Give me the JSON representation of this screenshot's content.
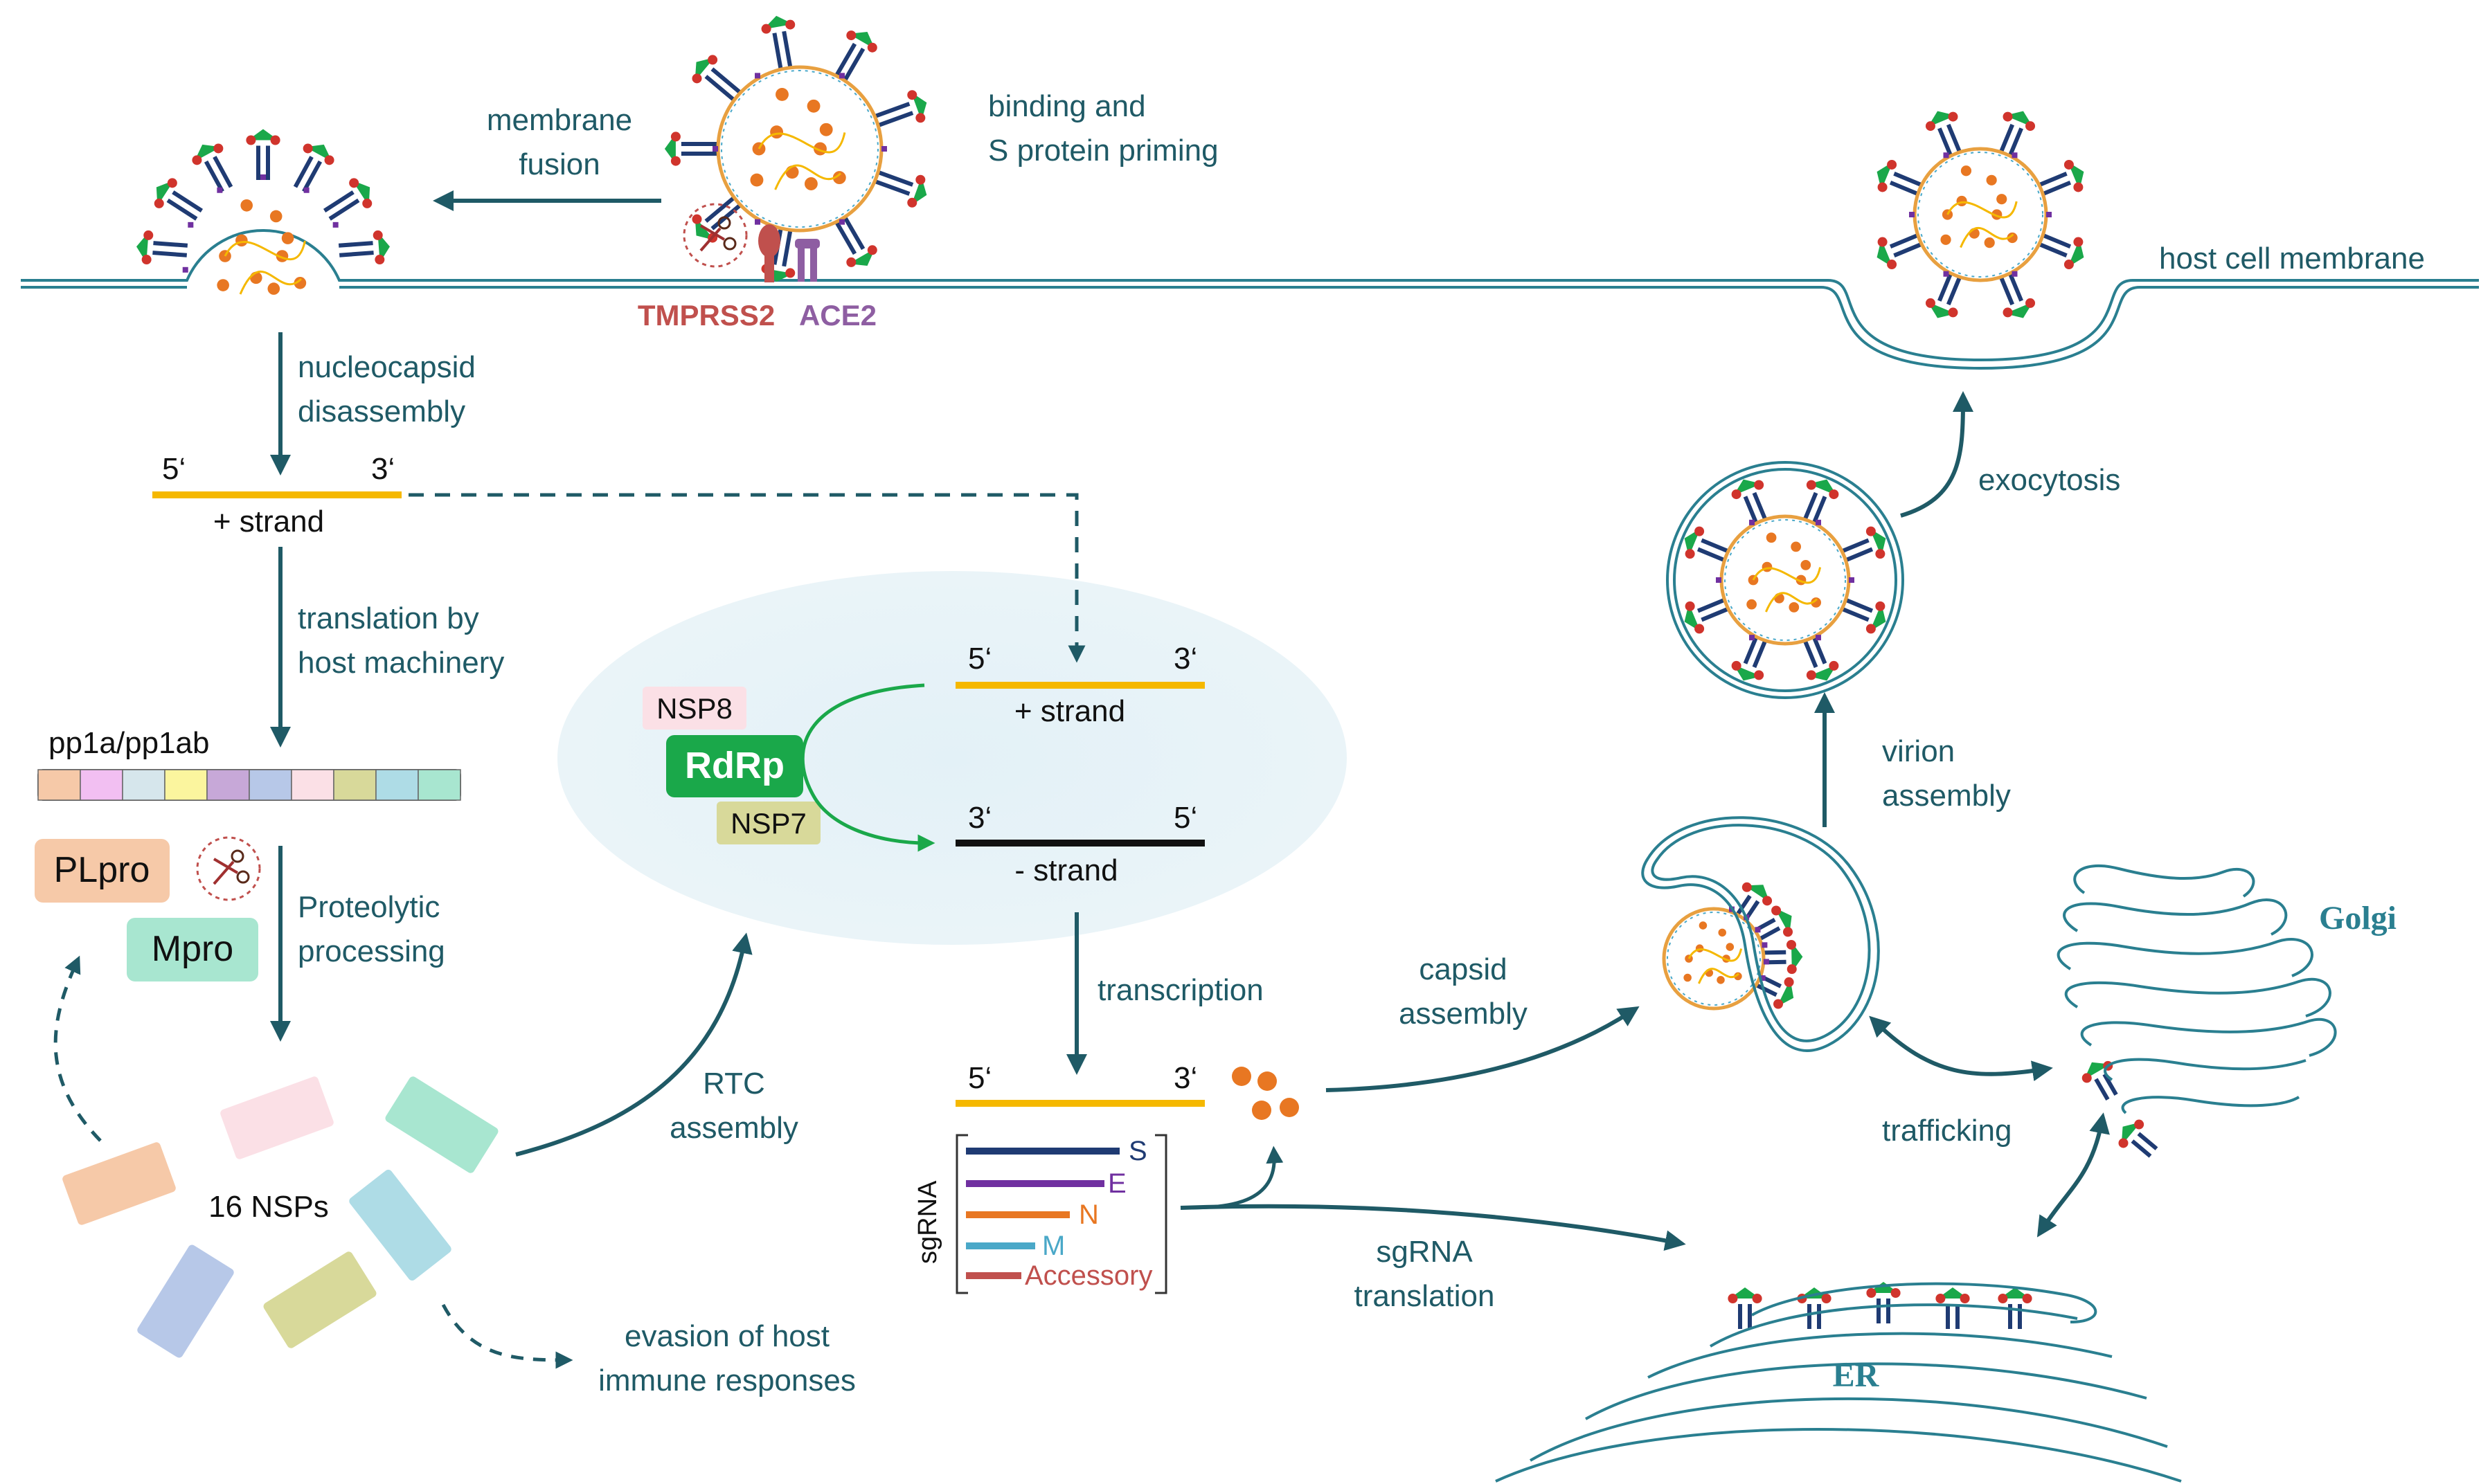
{
  "labels": {
    "membrane_fusion": [
      "membrane",
      "fusion"
    ],
    "binding": [
      "binding and",
      "S protein priming"
    ],
    "host_cell_membrane": "host cell membrane",
    "tmprss2": "TMPRSS2",
    "ace2": "ACE2",
    "nucleocapsid": [
      "nucleocapsid",
      "disassembly"
    ],
    "translation": [
      "translation by",
      "host machinery"
    ],
    "pp1a": "pp1a/pp1ab",
    "plpro": "PLpro",
    "mpro": "Mpro",
    "proteolytic": [
      "Proteolytic",
      "processing"
    ],
    "nsps": "16 NSPs",
    "evasion": [
      "evasion of host",
      "immune responses"
    ],
    "rtc": [
      "RTC",
      "assembly"
    ],
    "nsp8": "NSP8",
    "rdrp": "RdRp",
    "nsp7": "NSP7",
    "five_prime": "5‘",
    "three_prime": "3‘",
    "plus_strand": "+ strand",
    "minus_strand": "- strand",
    "transcription": "transcription",
    "sgrna": "sgRNA",
    "sgrna_items": [
      "S",
      "E",
      "N",
      "M",
      "Accessory"
    ],
    "sgrna_translation": [
      "sgRNA",
      "translation"
    ],
    "capsid": [
      "capsid",
      "assembly"
    ],
    "virion": [
      "virion",
      "assembly"
    ],
    "exocytosis": "exocytosis",
    "trafficking": "trafficking",
    "golgi": "Golgi",
    "er": "ER"
  },
  "colors": {
    "teal": "#1f5a66",
    "membrane": "#2a7f90",
    "rna_plus": "#f5b800",
    "rna_minus": "#111111",
    "nucleocapsid": "#e87722",
    "tmprss2": "#c0504d",
    "ace2": "#8e5ea2",
    "rdrp": "#1aa84a",
    "s_bar": "#1f3b73",
    "e_bar": "#7030a0",
    "n_bar": "#e87722",
    "m_bar": "#4aa8c8",
    "accessory_bar": "#c0504d"
  },
  "polyprotein_colors": [
    "#f6c9a8",
    "#f2bff2",
    "#d6e6ec",
    "#fbf59e",
    "#c7a8d8",
    "#b7c8e8",
    "#fbe0e6",
    "#d8d99a",
    "#aedce6",
    "#a8e6d0"
  ]
}
